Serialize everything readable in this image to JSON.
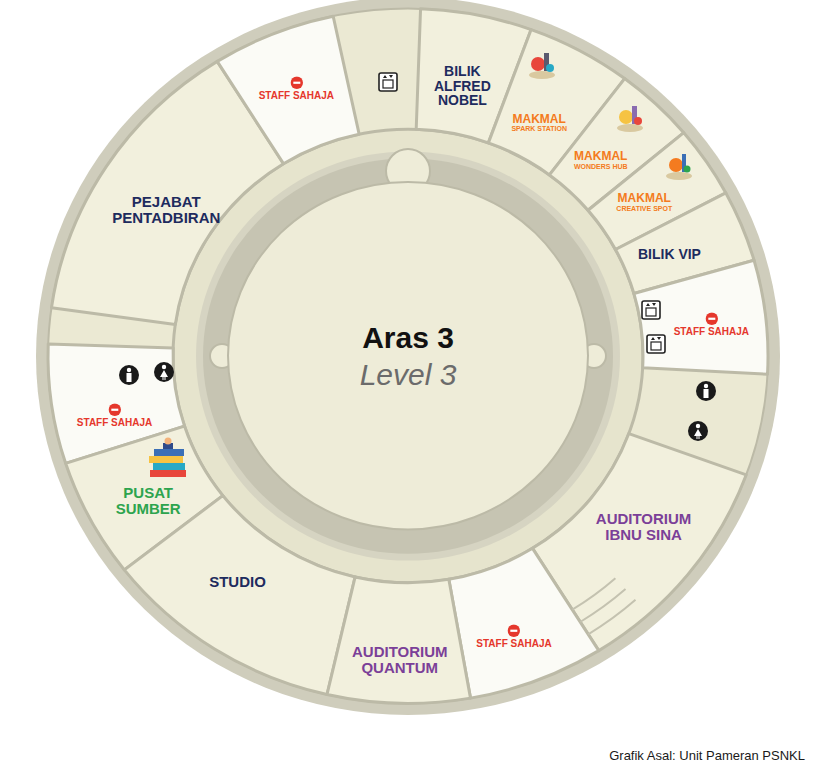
{
  "diagram": {
    "nodes": [
      {
        "text": [
          "PEJABAT PENTADBIRAN"
        ]
      },
      {
        "text": [
          "STAFF SAHAJA"
        ]
      },
      {
        "text": [
          "BILIK ALFRED NOBEL"
        ]
      },
      {
        "text": [
          "MAKMAL",
          "SPARK STATION"
        ]
      },
      {
        "text": [
          "MAKMAL",
          "WONDERS HUB"
        ]
      },
      {
        "text": [
          "MAKMAL",
          "CREATIVE SPOT"
        ]
      },
      {
        "text": [
          "BILIK VIP"
        ]
      },
      {
        "text": [
          "STAFF SAHAJA"
        ]
      },
      {
        "text": [
          "Aras 3",
          "Level 3"
        ]
      },
      {
        "text": [
          "STAFF SAHAJA"
        ]
      },
      {
        "text": [
          "PUSAT SUMBER"
        ]
      },
      {
        "text": [
          "AUDITORIUM IBNU SINA"
        ]
      },
      {
        "text": [
          "STUDIO"
        ]
      },
      {
        "text": [
          "STAFF SAHAJA"
        ]
      },
      {
        "text": [
          "AUDITORIUM QUANTUM"
        ]
      }
    ],
    "labels": [
      "Grafik Asal: Unit Pameran PSNKL"
    ]
  }
}
